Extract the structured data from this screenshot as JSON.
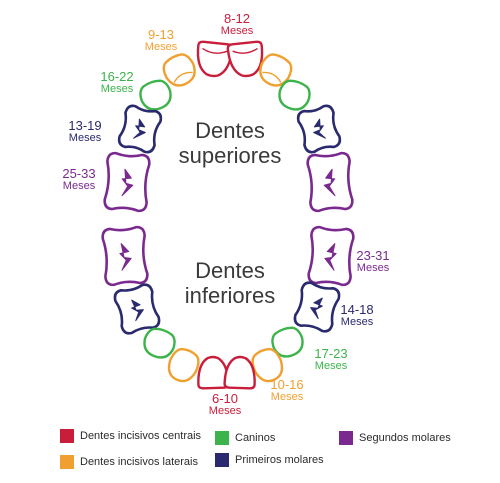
{
  "colors": {
    "central": "#c81e3c",
    "lateral": "#f0a030",
    "canine": "#3cb44b",
    "first_molar": "#2a2a6e",
    "second_molar": "#7a2a8e"
  },
  "titles": {
    "upper": [
      "Dentes",
      "superiores"
    ],
    "lower": [
      "Dentes",
      "inferiores"
    ]
  },
  "labels": [
    {
      "id": "upper-central",
      "range": "8-12",
      "unit": "Meses",
      "color": "central"
    },
    {
      "id": "upper-lateral",
      "range": "9-13",
      "unit": "Meses",
      "color": "lateral"
    },
    {
      "id": "upper-canine",
      "range": "16-22",
      "unit": "Meses",
      "color": "canine"
    },
    {
      "id": "upper-first-molar",
      "range": "13-19",
      "unit": "Meses",
      "color": "first_molar"
    },
    {
      "id": "upper-second-molar",
      "range": "25-33",
      "unit": "Meses",
      "color": "second_molar"
    },
    {
      "id": "lower-second-molar",
      "range": "23-31",
      "unit": "Meses",
      "color": "second_molar"
    },
    {
      "id": "lower-first-molar",
      "range": "14-18",
      "unit": "Meses",
      "color": "first_molar"
    },
    {
      "id": "lower-canine",
      "range": "17-23",
      "unit": "Meses",
      "color": "canine"
    },
    {
      "id": "lower-lateral",
      "range": "10-16",
      "unit": "Meses",
      "color": "lateral"
    },
    {
      "id": "lower-central",
      "range": "6-10",
      "unit": "Meses",
      "color": "central"
    }
  ],
  "legend": [
    {
      "id": "central",
      "label": "Dentes incisivos centrais",
      "color": "central"
    },
    {
      "id": "lateral",
      "label": "Dentes incisivos laterais",
      "color": "lateral"
    },
    {
      "id": "canine",
      "label": "Caninos",
      "color": "canine"
    },
    {
      "id": "first-molar",
      "label": "Primeiros molares",
      "color": "first_molar"
    },
    {
      "id": "second-molar",
      "label": "Segundos molares",
      "color": "second_molar"
    }
  ]
}
